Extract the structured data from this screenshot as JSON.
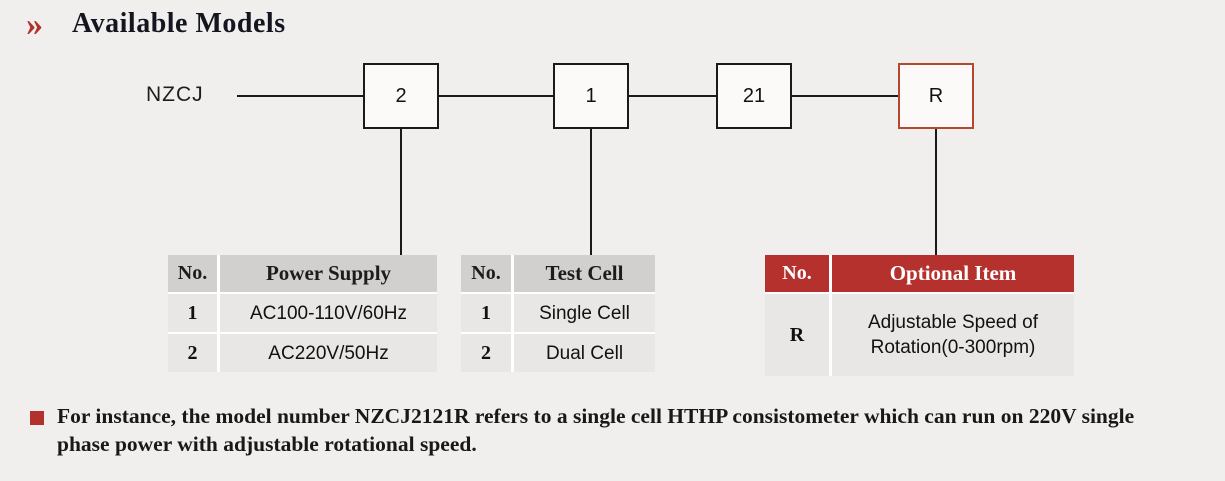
{
  "title": {
    "chevron": "»",
    "text": "Available Models"
  },
  "diagram": {
    "prefix": "NZCJ",
    "boxes": [
      {
        "label": "2"
      },
      {
        "label": "1"
      },
      {
        "label": "21"
      },
      {
        "label": "R",
        "highlighted": true
      }
    ]
  },
  "tables": [
    {
      "header": [
        "No.",
        "Power Supply"
      ],
      "rows": [
        [
          "1",
          "AC100-110V/60Hz"
        ],
        [
          "2",
          "AC220V/50Hz"
        ]
      ]
    },
    {
      "header": [
        "No.",
        "Test Cell"
      ],
      "rows": [
        [
          "1",
          "Single Cell"
        ],
        [
          "2",
          "Dual Cell"
        ]
      ]
    },
    {
      "header": [
        "No.",
        "Optional Item"
      ],
      "rows": [
        [
          "R",
          "Adjustable Speed of Rotation(0-300rpm)"
        ]
      ]
    }
  ],
  "note": "For instance, the model number NZCJ2121R refers to a single cell HTHP consistometer which can run on 220V single phase power with adjustable rotational speed.",
  "colors": {
    "accent_red": "#b2312d",
    "table_header_red": "#b5312e",
    "table_header_gray": "#d2d0cf",
    "table_row_gray": "#e9e7e6",
    "box_border": "#1a1a1a",
    "highlight_box_border": "#b5482f",
    "background": "#f1efee"
  }
}
